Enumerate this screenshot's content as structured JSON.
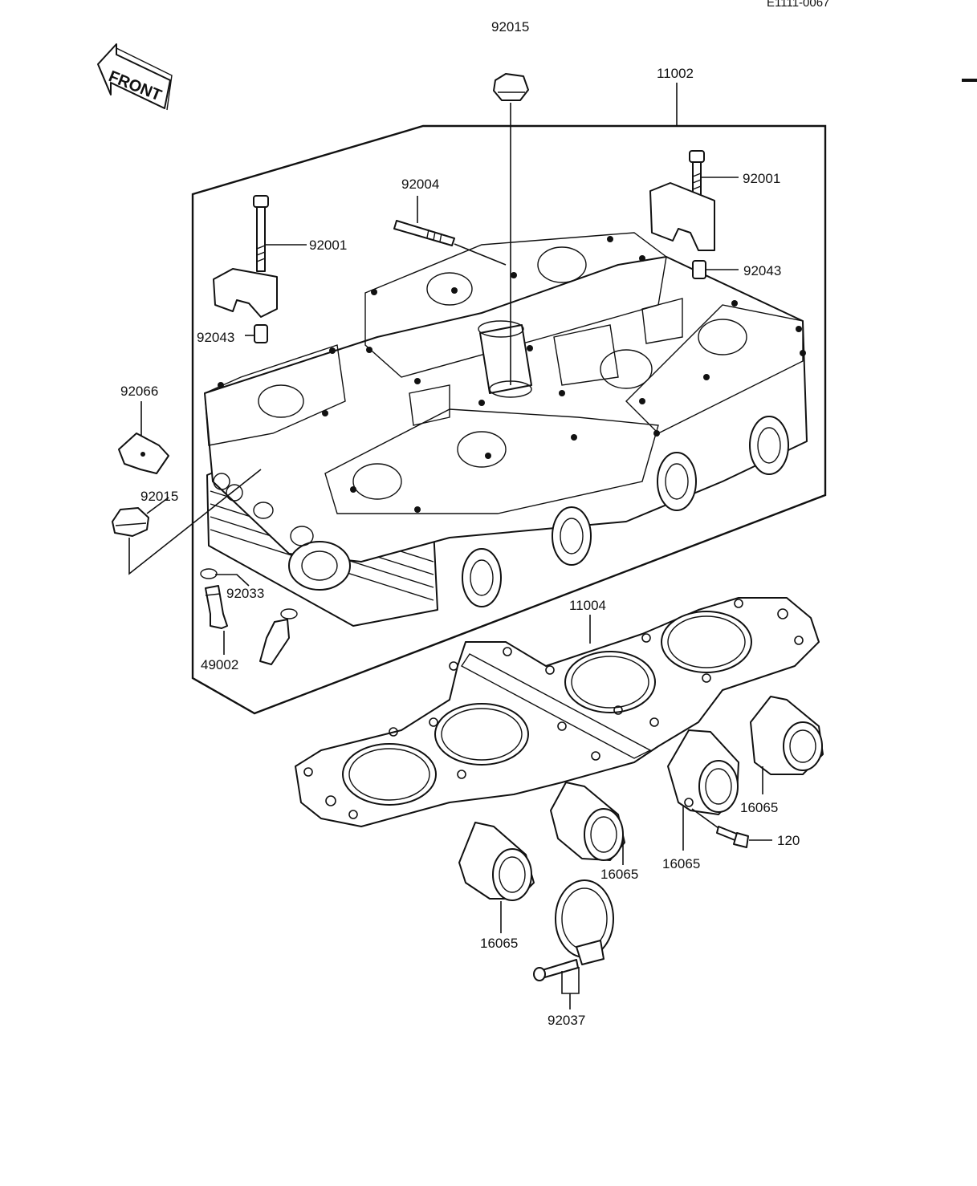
{
  "doc_code": "E1111-0067",
  "front_label": "FRONT",
  "part_numbers": {
    "cap_nut_top": "92015",
    "cylinder_head": "11002",
    "bolt_right": "92001",
    "stud": "92004",
    "bolt_left": "92001",
    "dowel_right": "92043",
    "dowel_left": "92043",
    "plug_cap": "92066",
    "cap_nut_left": "92015",
    "ring": "92033",
    "valve_guide": "49002",
    "head_gasket": "11004",
    "holder_far_right": "16065",
    "holder_right": "16065",
    "bolt_120": "120",
    "holder_mid": "16065",
    "holder_left": "16065",
    "clamp": "92037"
  }
}
